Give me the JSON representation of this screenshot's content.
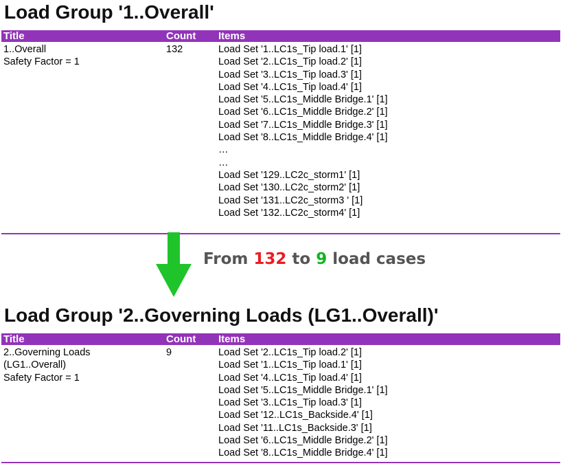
{
  "groups": [
    {
      "title": "Load Group '1..Overall'",
      "columns": {
        "title": "Title",
        "count": "Count",
        "items": "Items"
      },
      "title_cell": [
        "1..Overall",
        "Safety Factor = 1"
      ],
      "count": "132",
      "items": [
        "Load Set '1..LC1s_Tip load.1' [1]",
        "Load Set '2..LC1s_Tip load.2' [1]",
        "Load Set '3..LC1s_Tip load.3' [1]",
        "Load Set '4..LC1s_Tip load.4' [1]",
        "Load Set '5..LC1s_Middle Bridge.1' [1]",
        "Load Set '6..LC1s_Middle Bridge.2' [1]",
        "Load Set '7..LC1s_Middle Bridge.3' [1]",
        "Load Set '8..LC1s_Middle Bridge.4' [1]",
        "…",
        "…",
        "Load Set '129..LC2c_storm1' [1]",
        "Load Set '130..LC2c_storm2' [1]",
        "Load Set '131..LC2c_storm3 ' [1]",
        "Load Set '132..LC2c_storm4' [1]"
      ]
    },
    {
      "title": "Load Group '2..Governing Loads (LG1..Overall)'",
      "columns": {
        "title": "Title",
        "count": "Count",
        "items": "Items"
      },
      "title_cell": [
        "2..Governing Loads",
        "(LG1..Overall)",
        "Safety Factor = 1"
      ],
      "count": "9",
      "items": [
        "Load Set '2..LC1s_Tip load.2' [1]",
        "Load Set '1..LC1s_Tip load.1' [1]",
        "Load Set '4..LC1s_Tip load.4' [1]",
        "Load Set '5..LC1s_Middle Bridge.1' [1]",
        "Load Set '3..LC1s_Tip load.3' [1]",
        "Load Set '12..LC1s_Backside.4' [1]",
        "Load Set '11..LC1s_Backside.3' [1]",
        "Load Set '6..LC1s_Middle Bridge.2' [1]",
        "Load Set '8..LC1s_Middle Bridge.4' [1]"
      ]
    }
  ],
  "summary": {
    "prefix": "From",
    "from_value": "132",
    "middle": "to",
    "to_value": "9",
    "suffix": "load cases"
  },
  "colors": {
    "header": "#9234b9",
    "arrow": "#1fc42a",
    "from_value": "#ec1c24",
    "to_value": "#12b51e",
    "summary_text": "#555555"
  }
}
